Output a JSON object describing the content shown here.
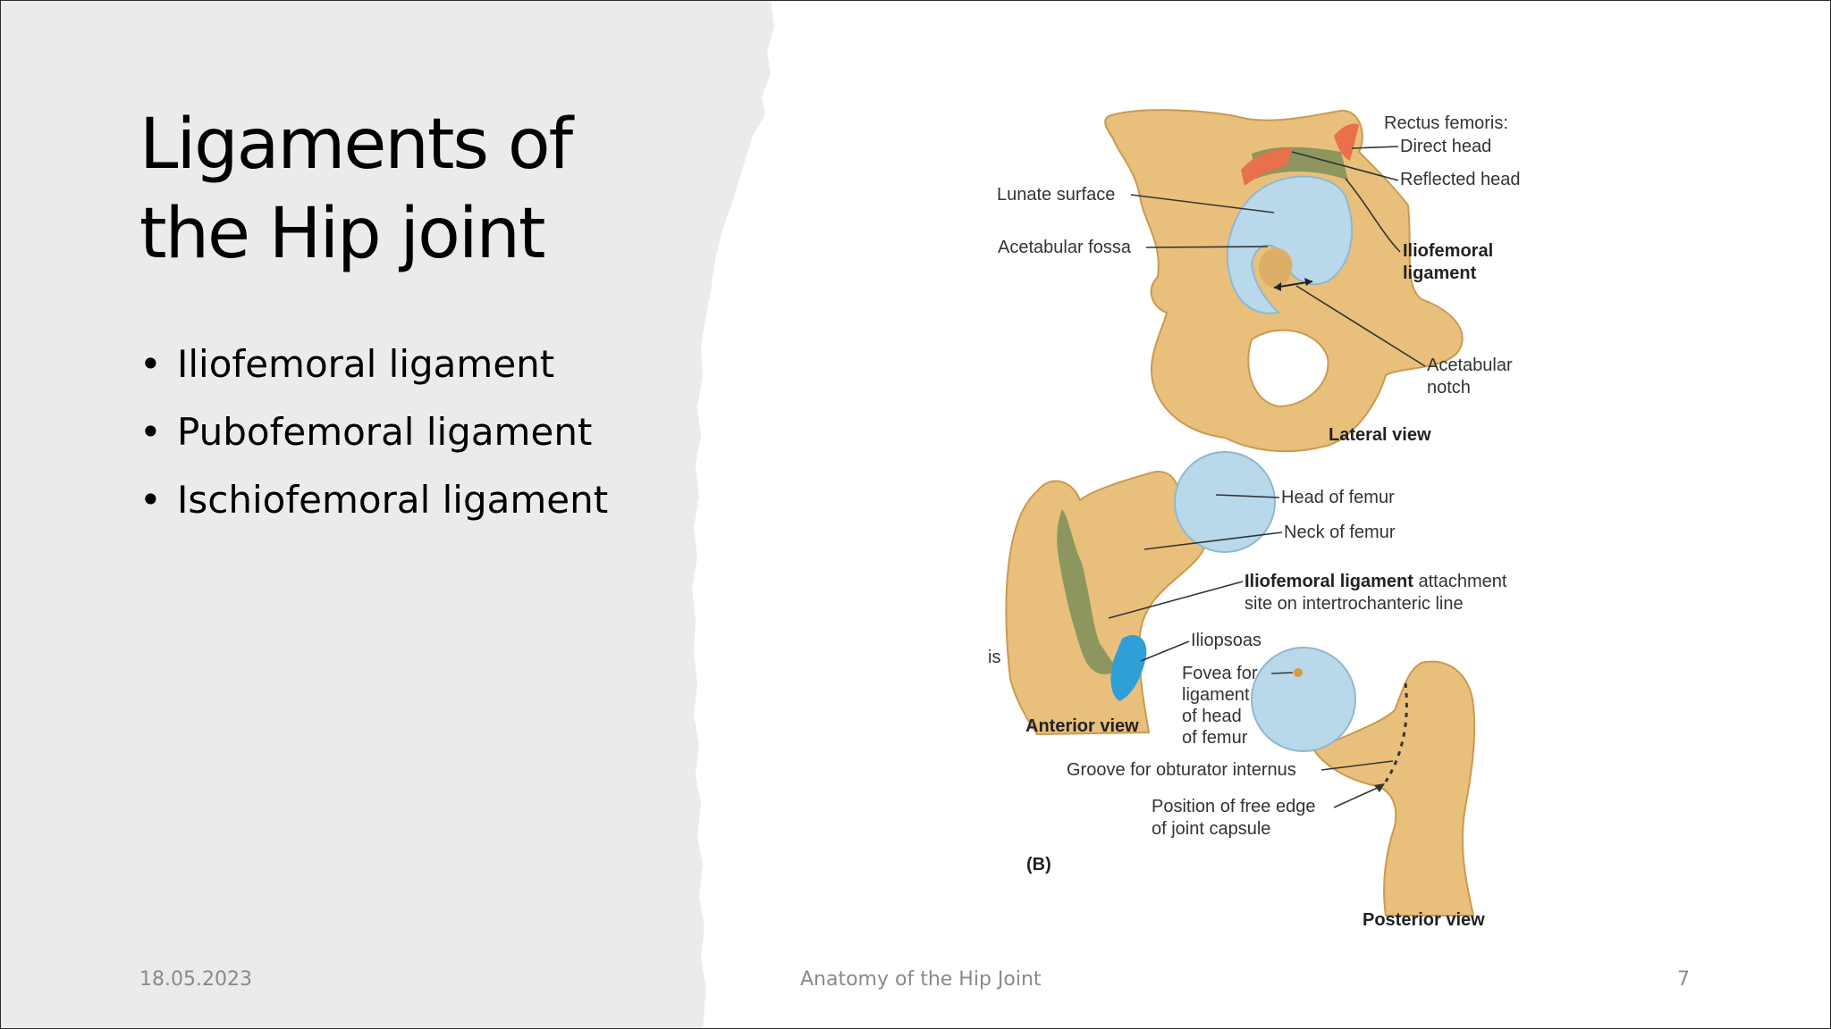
{
  "slide": {
    "title_line1": "Ligaments of",
    "title_line2": "the Hip joint",
    "bullets": [
      "Iliofemoral ligament",
      "Pubofemoral ligament",
      "Ischiofemoral ligament"
    ]
  },
  "figure": {
    "labels": {
      "rectus_femoris": "Rectus femoris:",
      "direct_head": "Direct head",
      "reflected_head": "Reflected head",
      "lunate_surface": "Lunate surface",
      "acetabular_fossa": "Acetabular fossa",
      "iliofemoral_ligament_1": "Iliofemoral",
      "iliofemoral_ligament_2": "ligament",
      "acetabular_notch_1": "Acetabular",
      "acetabular_notch_2": "notch",
      "lateral_view": "Lateral view",
      "head_of_femur": "Head of femur",
      "neck_of_femur": "Neck of femur",
      "attachment_bold": "Iliofemoral ligament",
      "attachment_rest": " attachment",
      "attachment_line2": "site on intertrochanteric line",
      "partial_is": "is",
      "iliopsoas": "Iliopsoas",
      "fovea_1": "Fovea for",
      "fovea_2": "ligament",
      "fovea_3": "of head",
      "fovea_4": "of femur",
      "anterior_view": "Anterior view",
      "groove": "Groove for obturator internus",
      "free_edge_1": "Position of free edge",
      "free_edge_2": "of joint capsule",
      "panel_b": "(B)",
      "posterior_view": "Posterior view"
    }
  },
  "footer": {
    "date": "18.05.2023",
    "title": "Anatomy of the Hip Joint",
    "page": "7"
  },
  "colors": {
    "panel_gray": "#ecebea",
    "bone": "#e8c07c",
    "cartilage": "#b9d9ea",
    "ligament": "#8e9660",
    "muscle_red": "#e8704a",
    "iliopsoas_blue": "#2f9fd8"
  }
}
